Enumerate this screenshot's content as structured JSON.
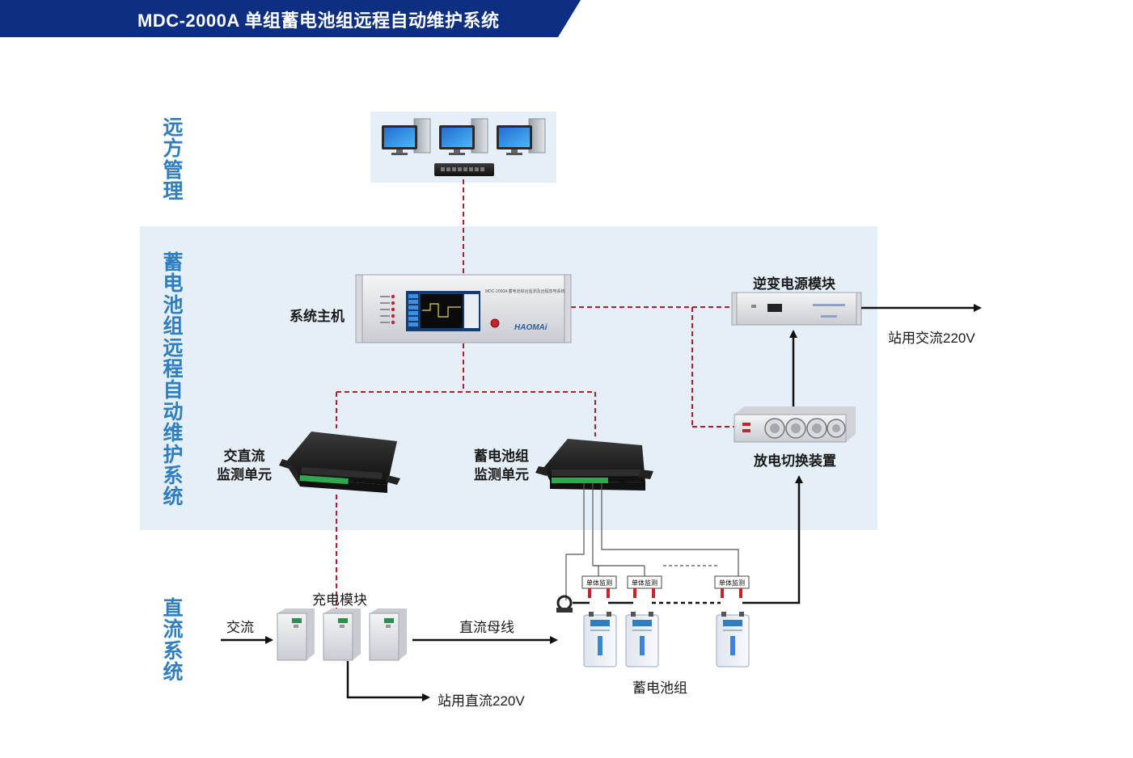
{
  "title": "MDC-2000A 单组蓄电池组远程自动维护系统",
  "colors": {
    "banner": "#0d2f82",
    "section_label": "#2f7fc0",
    "panel": "#e5eff8",
    "dashed_link": "#c0182a",
    "wire": "#111111"
  },
  "sections": {
    "remote": "远方管理",
    "battery_system": "蓄电池组远程自动维护系统",
    "dc_system": "直流系统"
  },
  "devices": {
    "host": "系统主机",
    "inverter": "逆变电源模块",
    "discharge_switch": "放电切换装置",
    "acdc_monitor": "交直流\n监测单元",
    "battery_monitor": "蓄电池组\n监测单元",
    "charger": "充电模块",
    "battery_bank": "蓄电池组",
    "cell_monitor": "单体监测"
  },
  "host_screen": {
    "brand": "HAOMAi",
    "header": "MDC-2000A 蓄电池综合监测及远程放电系统"
  },
  "connections": {
    "ac_in": "交流",
    "dc_bus": "直流母线",
    "station_dc": "站用直流220V",
    "station_ac": "站用交流220V"
  },
  "icons": [
    "computer-icon",
    "network-switch-icon",
    "rack-host-icon",
    "inverter-icon",
    "discharge-switch-icon",
    "monitor-unit-icon",
    "charger-module-icon",
    "battery-cell-icon",
    "current-sensor-icon",
    "arrow-head-icon"
  ]
}
